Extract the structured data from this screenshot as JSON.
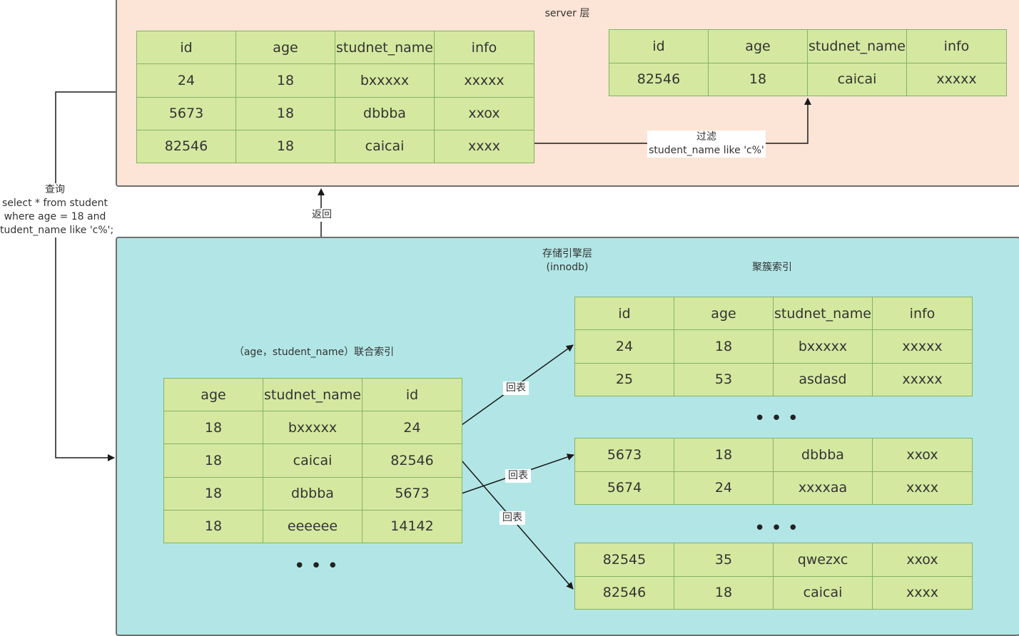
{
  "server_layer": {
    "title": "server 层",
    "source_table": {
      "headers": [
        "id",
        "age",
        "studnet_name",
        "info"
      ],
      "rows": [
        [
          "24",
          "18",
          "bxxxxx",
          "xxxxx"
        ],
        [
          "5673",
          "18",
          "dbbba",
          "xxox"
        ],
        [
          "82546",
          "18",
          "caicai",
          "xxxx"
        ]
      ]
    },
    "result_table": {
      "headers": [
        "id",
        "age",
        "studnet_name",
        "info"
      ],
      "rows": [
        [
          "82546",
          "18",
          "caicai",
          "xxxxx"
        ]
      ]
    },
    "filter_label": {
      "line1": "过滤",
      "line2": "student_name like 'c%'"
    }
  },
  "query_label": {
    "line1": "查询",
    "line2": "select * from student",
    "line3": "where age = 18 and",
    "line4": "tudent_name like 'c%';"
  },
  "return_label": "返回",
  "storage_layer": {
    "title_line1": "存储引擎层",
    "title_line2": "(innodb)",
    "clustered_index_label": "聚簇索引",
    "composite_index_label": "（age，student_name）联合索引",
    "composite_table": {
      "headers": [
        "age",
        "studnet_name",
        "id"
      ],
      "rows": [
        [
          "18",
          "bxxxxx",
          "24"
        ],
        [
          "18",
          "caicai",
          "82546"
        ],
        [
          "18",
          "dbbba",
          "5673"
        ],
        [
          "18",
          "eeeeee",
          "14142"
        ]
      ]
    },
    "clustered_table_1": {
      "headers": [
        "id",
        "age",
        "studnet_name",
        "info"
      ],
      "rows": [
        [
          "24",
          "18",
          "bxxxxx",
          "xxxxx"
        ],
        [
          "25",
          "53",
          "asdasd",
          "xxxxx"
        ]
      ]
    },
    "clustered_table_2": {
      "rows": [
        [
          "5673",
          "18",
          "dbbba",
          "xxox"
        ],
        [
          "5674",
          "24",
          "xxxxaa",
          "xxxx"
        ]
      ]
    },
    "clustered_table_3": {
      "rows": [
        [
          "82545",
          "35",
          "qwezxc",
          "xxox"
        ],
        [
          "82546",
          "18",
          "caicai",
          "xxxx"
        ]
      ]
    },
    "back_to_table_labels": [
      "回表",
      "回表",
      "回表"
    ],
    "ellipsis": "•••"
  },
  "colors": {
    "server_fill": "#fce4d6",
    "storage_fill": "#b2e6e6",
    "cell_fill": "#d5e8a0",
    "cell_border": "#82b366",
    "line": "#333333"
  }
}
